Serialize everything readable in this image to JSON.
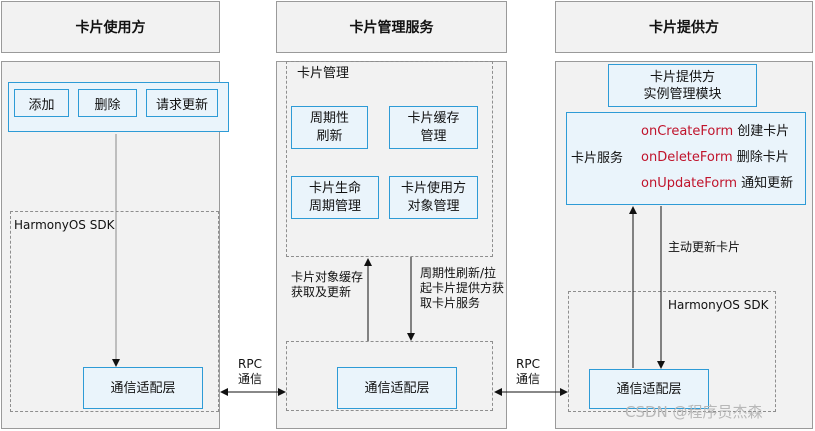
{
  "columns": {
    "consumer": "卡片使用方",
    "manager": "卡片管理服务",
    "provider": "卡片提供方"
  },
  "consumer": {
    "buttons": [
      "添加",
      "删除",
      "请求更新"
    ],
    "sdk_label": "HarmonyOS SDK",
    "adapter": "通信适配层"
  },
  "manager": {
    "group_title": "卡片管理",
    "modules": [
      "周期性\n刷新",
      "卡片缓存\n管理",
      "卡片生命\n周期管理",
      "卡片使用方\n对象管理"
    ],
    "up_label": "卡片对象缓存\n获取及更新",
    "down_label": "周期性刷新/拉\n起卡片提供方获\n取卡片服务",
    "adapter": "通信适配层"
  },
  "provider": {
    "instance_mgmt": "卡片提供方\n实例管理模块",
    "service_label": "卡片服务",
    "callbacks": [
      {
        "name": "onCreateForm",
        "desc": "创建卡片"
      },
      {
        "name": "onDeleteForm",
        "desc": "删除卡片"
      },
      {
        "name": "onUpdateForm",
        "desc": "通知更新"
      }
    ],
    "update_label": "主动更新卡片",
    "sdk_label": "HarmonyOS SDK",
    "adapter": "通信适配层"
  },
  "rpc": {
    "left": "RPC\n通信",
    "right": "RPC\n通信"
  },
  "watermark": "CSDN @程序员杰森",
  "colors": {
    "accent_blue": "#2e9bd6",
    "callback_red": "#c0142c",
    "panel_gray": "#f2f2f2"
  }
}
